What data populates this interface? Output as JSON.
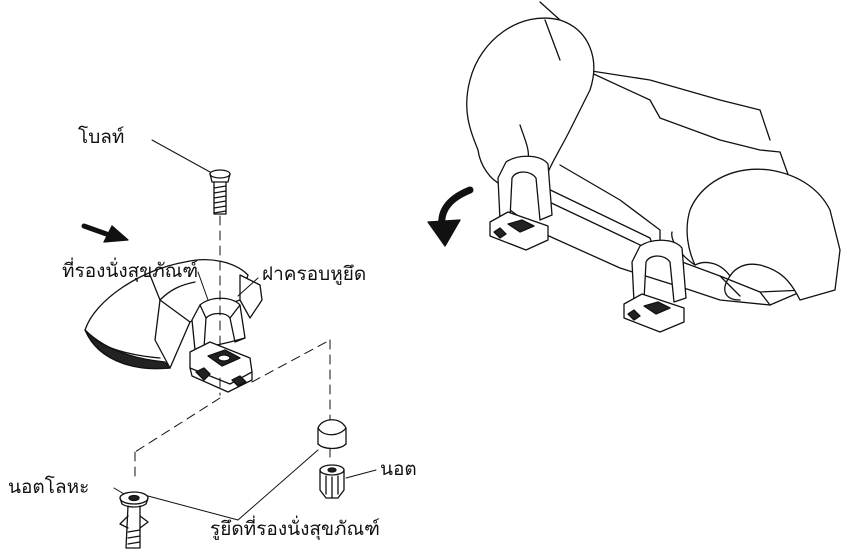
{
  "labels": {
    "bolt": "โบลท์",
    "toilet_seat": "ที่รองนั่งสุขภัณฑ์",
    "hinge_cover": "ฝาครอบหูยึด",
    "metal_nut": "นอตโลหะ",
    "nut": "นอต",
    "seat_fixing_hole": "รูยึดที่รองนั่งสุขภัณฑ์"
  },
  "colors": {
    "line": "#111111",
    "fill": "#ffffff",
    "shade": "#222222"
  }
}
